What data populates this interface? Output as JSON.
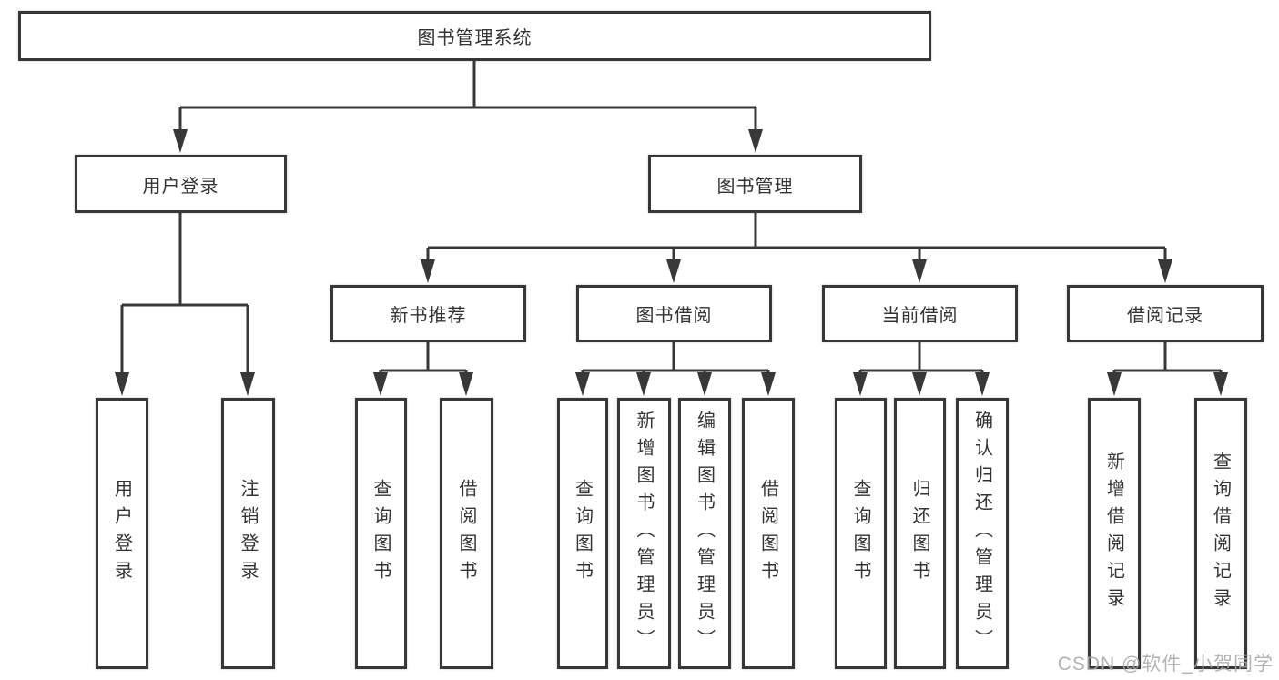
{
  "diagram_title": "图书管理系统",
  "tree": {
    "label": "图书管理系统",
    "children": [
      {
        "label": "用户登录",
        "children": [
          {
            "label": "用户登录"
          },
          {
            "label": "注销登录"
          }
        ]
      },
      {
        "label": "图书管理",
        "children": [
          {
            "label": "新书推荐",
            "children": [
              {
                "label": "查询图书"
              },
              {
                "label": "借阅图书"
              }
            ]
          },
          {
            "label": "图书借阅",
            "children": [
              {
                "label": "查询图书"
              },
              {
                "label": "新增图书（管理员）"
              },
              {
                "label": "编辑图书（管理员）"
              },
              {
                "label": "借阅图书"
              }
            ]
          },
          {
            "label": "当前借阅",
            "children": [
              {
                "label": "查询图书"
              },
              {
                "label": "归还图书"
              },
              {
                "label": "确认归还（管理员）"
              }
            ]
          },
          {
            "label": "借阅记录",
            "children": [
              {
                "label": "新增借阅记录"
              },
              {
                "label": "查询借阅记录"
              }
            ]
          }
        ]
      }
    ]
  },
  "watermark": {
    "text": "CSDN @软件_小贺同学"
  },
  "icons": {
    "connector_arrow": "solid-down-triangle"
  },
  "colors": {
    "line": "#383838",
    "box_border": "#373737",
    "box_fill": "#ffffff",
    "text": "#333333",
    "watermark": "#a9a9a9",
    "background": "#ffffff"
  }
}
